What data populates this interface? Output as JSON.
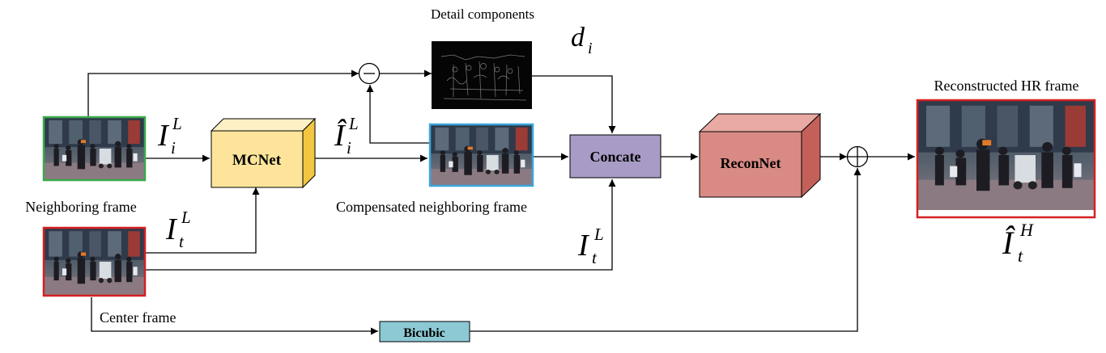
{
  "labels": {
    "detail_components": "Detail components",
    "neighboring_frame": "Neighboring frame",
    "compensated_neighboring_frame": "Compensated neighboring frame",
    "center_frame": "Center frame",
    "reconstructed_hr_frame": "Reconstructed HR frame"
  },
  "blocks": {
    "mcnet": "MCNet",
    "concate": "Concate",
    "reconnet": "ReconNet",
    "bicubic": "Bicubic"
  },
  "math": {
    "d": "d",
    "d_sub": "i",
    "I": "I",
    "I_hat": "Î",
    "sup_L": "L",
    "sup_H": "H",
    "sub_i": "i",
    "sub_t": "t"
  },
  "colors": {
    "mcnet_front": "#fde49a",
    "mcnet_top": "#fdf0c4",
    "mcnet_side": "#f2c640",
    "concate": "#a89cc6",
    "reconnet_front": "#d98a84",
    "reconnet_top": "#e9aaa4",
    "reconnet_side": "#c4605a",
    "bicubic": "#8cc9d4",
    "green_border": "#3aaa4a",
    "red_border": "#d42020",
    "blue_border": "#3aa6dc"
  }
}
